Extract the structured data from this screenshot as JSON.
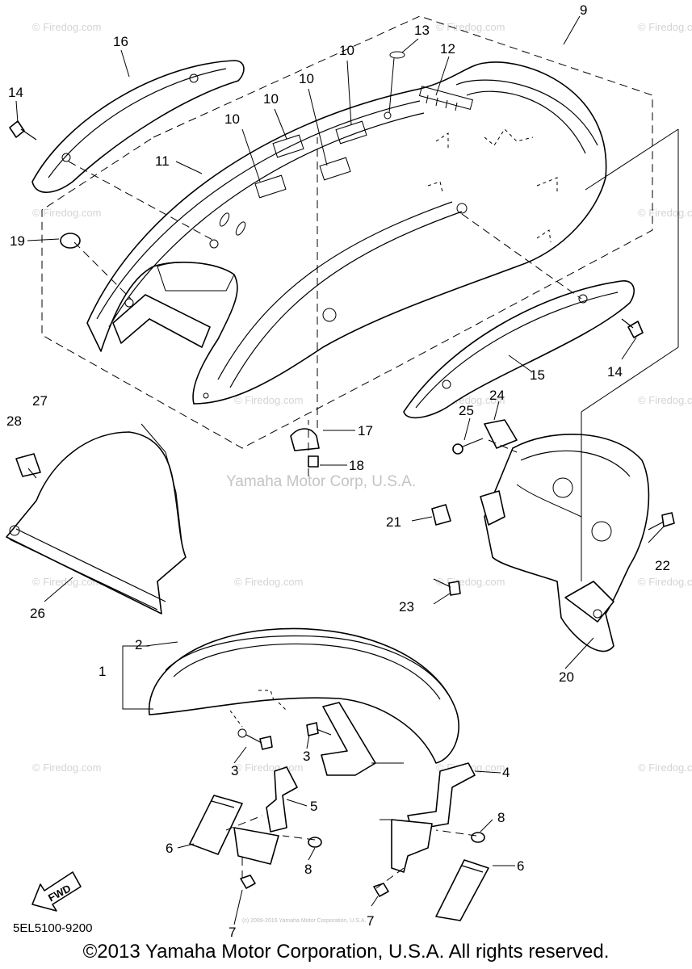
{
  "watermarks": {
    "grid_text": "© Firedog.com",
    "center_text": "Yamaha Motor Corp, U.S.A.",
    "footer_small": "(c) 2009-2016 Yamaha Motor Corporation, U.S.A."
  },
  "fwd_label": "FWD",
  "diagram_code": "5EL5100-9200",
  "copyright": "©2013 Yamaha Motor Corporation, U.S.A. All rights reserved.",
  "callouts": {
    "c1": "1",
    "c2": "2",
    "c3a": "3",
    "c3b": "3",
    "c4": "4",
    "c5": "5",
    "c6a": "6",
    "c6b": "6",
    "c7a": "7",
    "c7b": "7",
    "c8a": "8",
    "c8b": "8",
    "c9": "9",
    "c10a": "10",
    "c10b": "10",
    "c10c": "10",
    "c10d": "10",
    "c11": "11",
    "c12": "12",
    "c13": "13",
    "c14a": "14",
    "c14b": "14",
    "c15": "15",
    "c16": "16",
    "c17": "17",
    "c18": "18",
    "c19": "19",
    "c20": "20",
    "c21": "21",
    "c22": "22",
    "c23": "23",
    "c24": "24",
    "c25": "25",
    "c26": "26",
    "c27": "27",
    "c28": "28"
  }
}
